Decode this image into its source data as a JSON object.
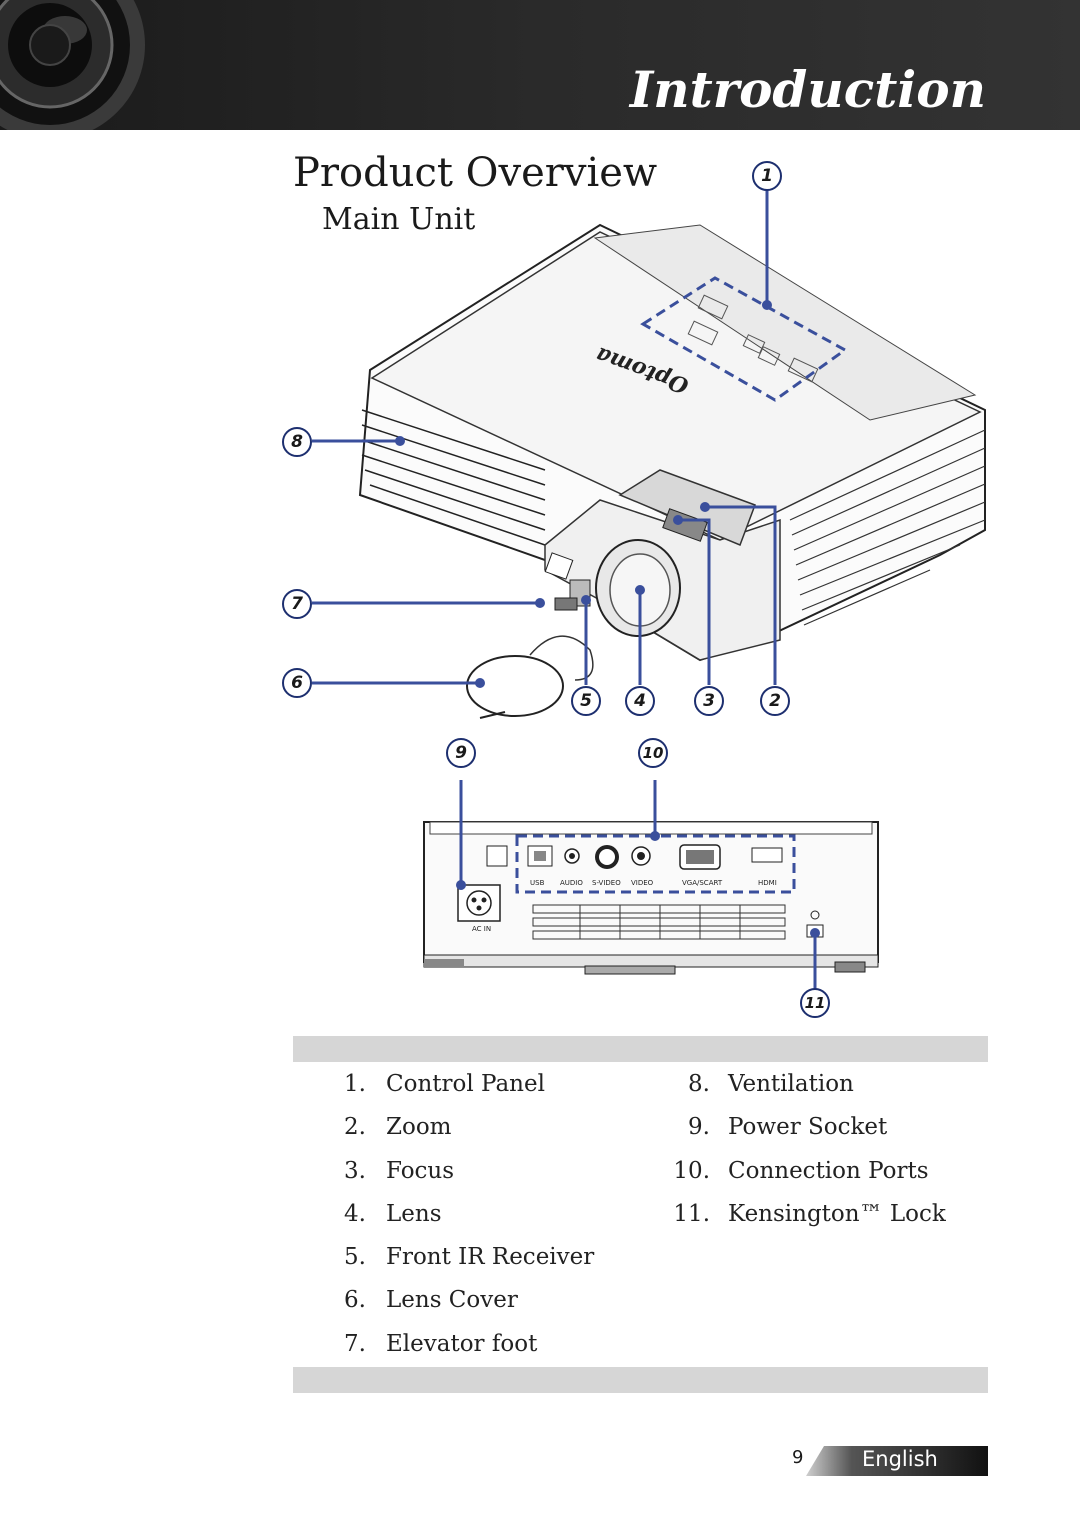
{
  "header": {
    "title": "Introduction"
  },
  "page": {
    "section_title": "Product Overview",
    "sub_title": "Main Unit"
  },
  "callouts": [
    "1",
    "2",
    "3",
    "4",
    "5",
    "6",
    "7",
    "8",
    "9",
    "10",
    "11"
  ],
  "front_panel": {
    "port_labels": [
      "USB",
      "AUDIO",
      "S-VIDEO",
      "VIDEO",
      "VGA/SCART",
      "HDMI"
    ],
    "power_label": "AC IN"
  },
  "parts": {
    "left": [
      {
        "num": "1.",
        "label": "Control Panel"
      },
      {
        "num": "2.",
        "label": "Zoom"
      },
      {
        "num": "3.",
        "label": "Focus"
      },
      {
        "num": "4.",
        "label": "Lens"
      },
      {
        "num": "5.",
        "label": "Front IR Receiver"
      },
      {
        "num": "6.",
        "label": "Lens Cover"
      },
      {
        "num": "7.",
        "label": "Elevator foot"
      }
    ],
    "right": [
      {
        "num": "8.",
        "label": "Ventilation"
      },
      {
        "num": "9.",
        "label": "Power Socket"
      },
      {
        "num": "10.",
        "label": "Connection Ports"
      },
      {
        "num": "11.",
        "label": "Kensington™ Lock"
      }
    ]
  },
  "footer": {
    "page_number": "9",
    "language": "English"
  },
  "colors": {
    "callout_line": "#3a4f9c",
    "header_bg": "#1a1a1a",
    "band": "#d6d6d6"
  }
}
